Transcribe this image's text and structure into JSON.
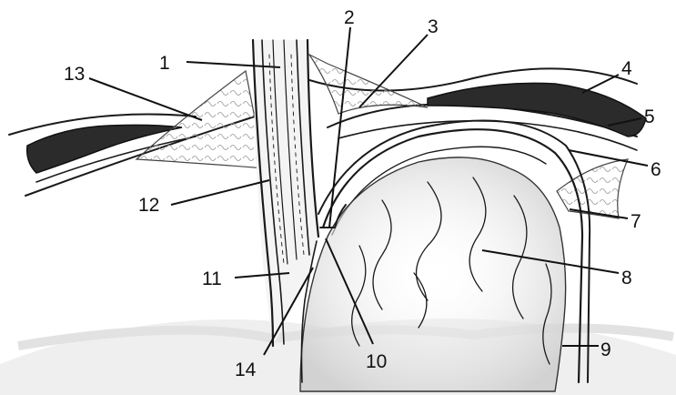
{
  "figure": {
    "labels": [
      {
        "id": "1",
        "text": "1"
      },
      {
        "id": "2",
        "text": "2"
      },
      {
        "id": "3",
        "text": "3"
      },
      {
        "id": "4",
        "text": "4"
      },
      {
        "id": "5",
        "text": "5"
      },
      {
        "id": "6",
        "text": "6"
      },
      {
        "id": "7",
        "text": "7"
      },
      {
        "id": "8",
        "text": "8"
      },
      {
        "id": "9",
        "text": "9"
      },
      {
        "id": "10",
        "text": "10"
      },
      {
        "id": "11",
        "text": "11"
      },
      {
        "id": "12",
        "text": "12"
      },
      {
        "id": "13",
        "text": "13"
      },
      {
        "id": "14",
        "text": "14"
      }
    ]
  }
}
